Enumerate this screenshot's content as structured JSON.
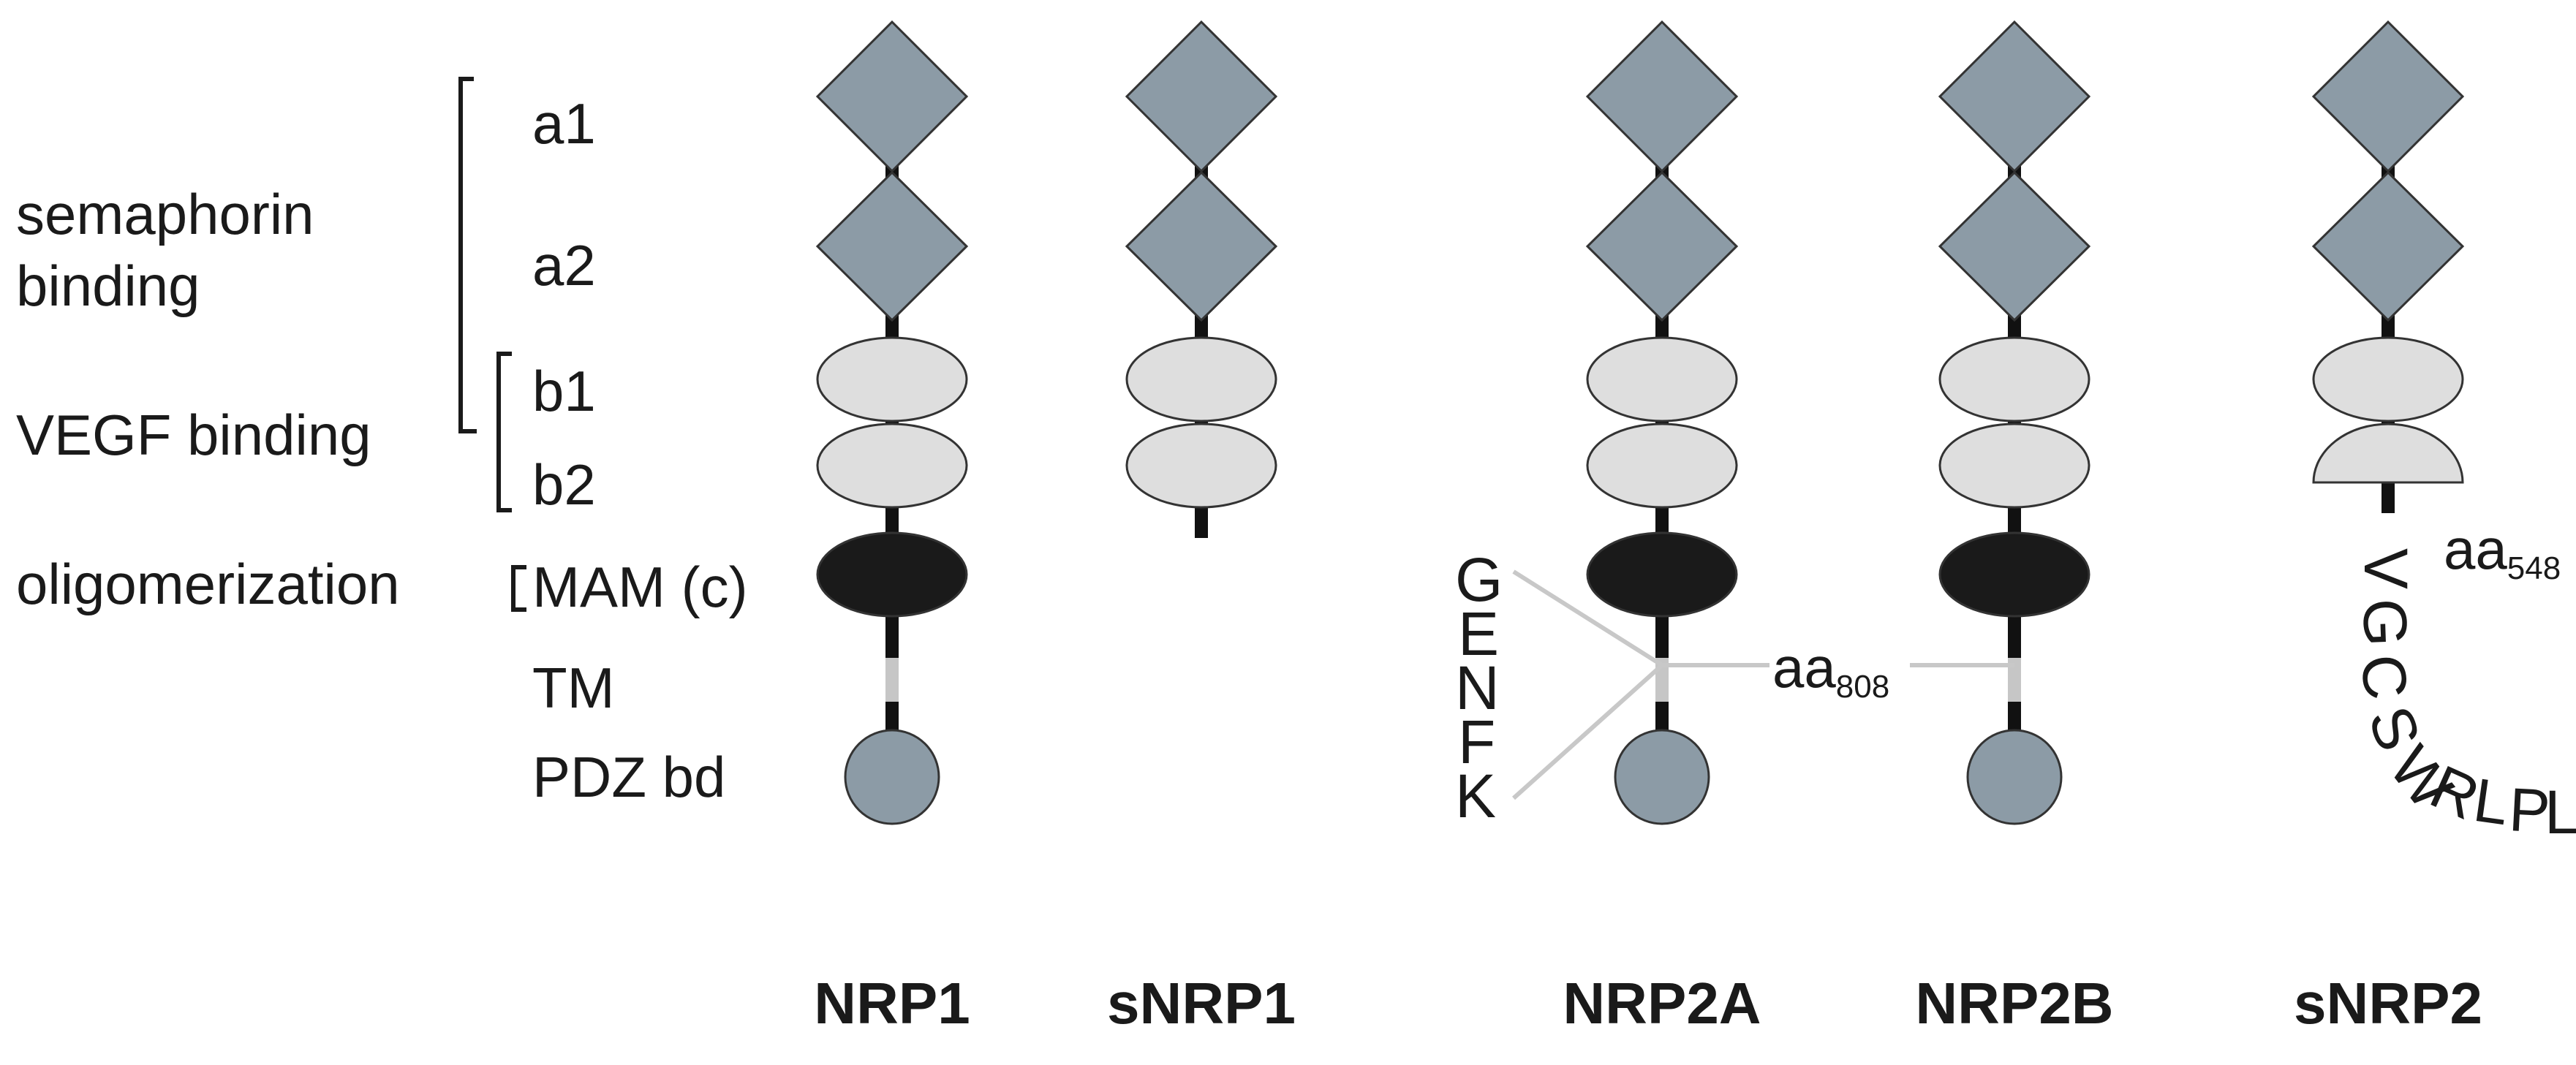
{
  "labels": {
    "function": {
      "semaphorin_line1": "semaphorin",
      "semaphorin_line2": "binding",
      "vegf": "VEGF binding",
      "oligomerization": "oligomerization"
    },
    "domains": {
      "a1": "a1",
      "a2": "a2",
      "b1": "b1",
      "b2": "b2",
      "mam": "MAM (c)",
      "tm": "TM",
      "pdz": "PDZ bd"
    }
  },
  "proteins": [
    {
      "name": "NRP1"
    },
    {
      "name": "sNRP1"
    },
    {
      "name": "NRP2A"
    },
    {
      "name": "NRP2B"
    },
    {
      "name": "sNRP2"
    }
  ],
  "annotations": {
    "nrp2a_tail": [
      "G",
      "E",
      "N",
      "F",
      "K"
    ],
    "nrp2_junction": {
      "prefix": "aa",
      "subscript": "808"
    },
    "snrp2_junction": {
      "prefix": "aa",
      "subscript": "548"
    },
    "snrp2_tail": [
      "V",
      "G",
      "C",
      "S",
      "W",
      "R",
      "L",
      "P",
      "L"
    ]
  },
  "colors": {
    "cub_domain": "#8c9ba6",
    "fv8_domain": "#dedede",
    "mam_domain": "#1a1a1a",
    "pdz_domain": "#8c9ba6",
    "linker": "#111111",
    "tm_segment": "#c6c6c6",
    "connector_line": "#c8c8c8"
  }
}
